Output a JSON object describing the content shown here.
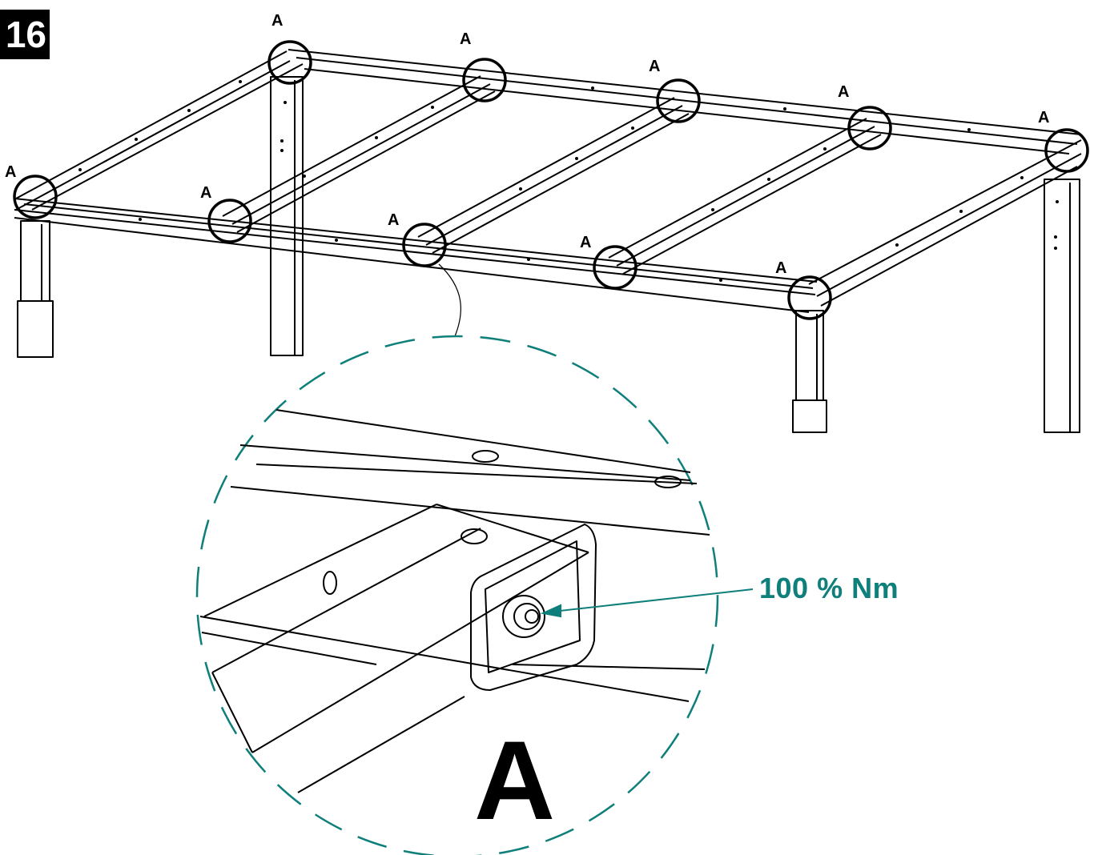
{
  "step": {
    "number": "16"
  },
  "callouts": [
    {
      "id": "a1",
      "label": "A"
    },
    {
      "id": "a2",
      "label": "A"
    },
    {
      "id": "a3",
      "label": "A"
    },
    {
      "id": "a4",
      "label": "A"
    },
    {
      "id": "a5",
      "label": "A"
    },
    {
      "id": "a6",
      "label": "A"
    },
    {
      "id": "a7",
      "label": "A"
    },
    {
      "id": "a8",
      "label": "A"
    },
    {
      "id": "a9",
      "label": "A"
    },
    {
      "id": "a10",
      "label": "A"
    }
  ],
  "detail": {
    "label": "A",
    "torque_text": "100 % Nm",
    "accent_color": "#0e7f7a"
  }
}
